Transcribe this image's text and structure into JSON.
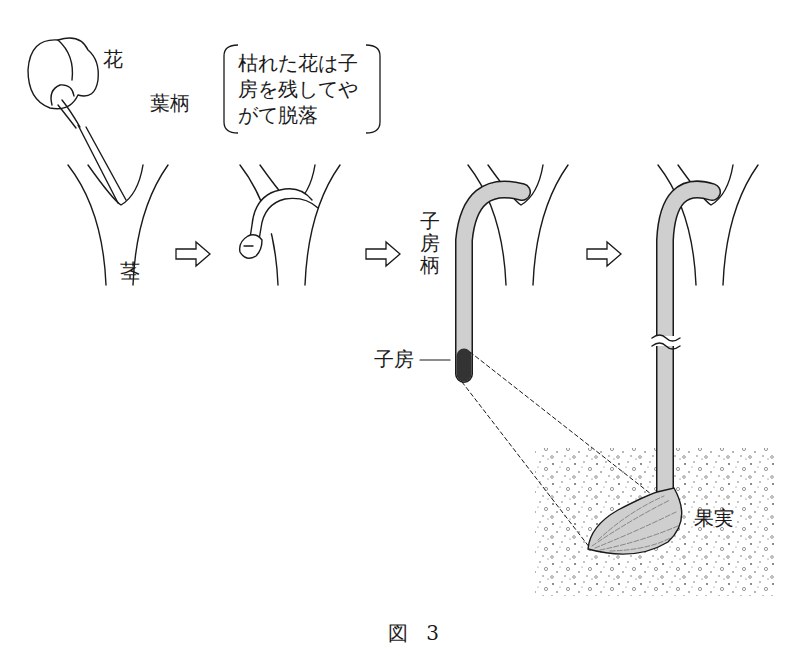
{
  "diagram": {
    "caption": "図 3",
    "nodes": [
      {
        "text": [
          "枯れた花は子房を残してやがて脱落"
        ]
      }
    ],
    "labels": [
      "花",
      "葉柄",
      "茎",
      "子房柄",
      "子房",
      "果実"
    ]
  }
}
